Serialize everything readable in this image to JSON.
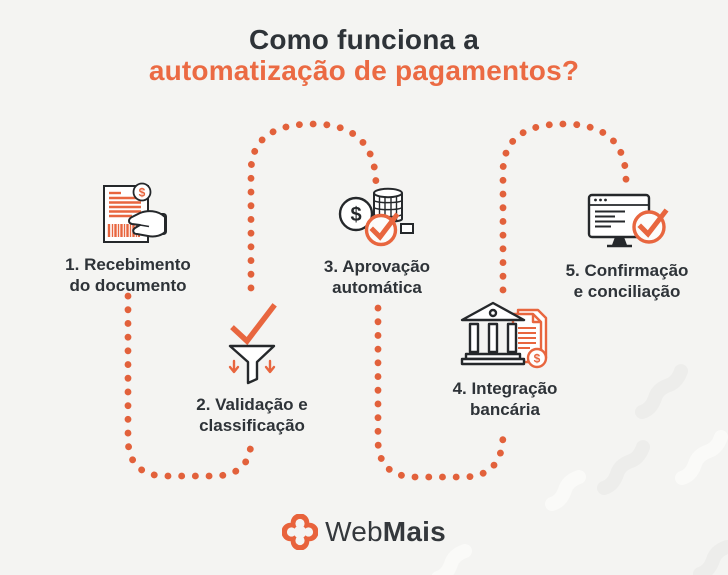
{
  "title": {
    "line1": "Como funciona a",
    "line2": "automatização de pagamentos?"
  },
  "steps": [
    {
      "icon": "document-hand-icon",
      "label_line1": "1. Recebimento",
      "label_line2": "do documento"
    },
    {
      "icon": "funnel-check-icon",
      "label_line1": "2. Validação e",
      "label_line2": "classificação"
    },
    {
      "icon": "money-approval-icon",
      "label_line1": "3. Aprovação",
      "label_line2": "automática"
    },
    {
      "icon": "bank-document-icon",
      "label_line1": "4. Integração",
      "label_line2": "bancária"
    },
    {
      "icon": "monitor-check-icon",
      "label_line1": "5. Confirmação",
      "label_line2": "e conciliação"
    }
  ],
  "logo": {
    "icon": "webmais-clover-icon",
    "text_regular": "Web",
    "text_bold": "Mais"
  },
  "colors": {
    "background": "#F4F4F2",
    "accent_orange": "#E8663F",
    "dot_orange": "#E2613B",
    "title_orange": "#EB6A43",
    "dark_text": "#2E3338"
  },
  "icon_dollar_glyph": "$"
}
